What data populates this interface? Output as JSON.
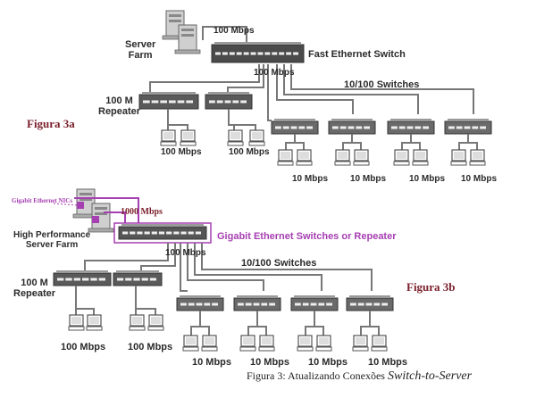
{
  "figure_a": {
    "server_farm_label": "Server\nFarm",
    "server_link_label": "100 Mbps",
    "switch_label": "Fast Ethernet Switch",
    "switch_uplink_label": "100 Mbps",
    "repeater_label": "100 M\nRepeater",
    "switches_label": "10/100 Switches",
    "figure_label": "Figura 3a",
    "repeater_speed_labels": [
      "100 Mbps",
      "100 Mbps"
    ],
    "switch_speed_labels": [
      "10 Mbps",
      "10 Mbps",
      "10 Mbps",
      "10 Mbps"
    ]
  },
  "figure_b": {
    "nics_label": "Gigabit Ethernet NICs",
    "server_link_label": "1000 Mbps",
    "server_farm_label": "High Performance\nServer Farm",
    "switch_label": "Gigabit Ethernet Switches or Repeater",
    "switch_uplink_label": "100 Mbps",
    "switches_label": "10/100 Switches",
    "repeater_label": "100 M\nRepeater",
    "figure_label": "Figura 3b",
    "repeater_speed_labels": [
      "100 Mbps",
      "100 Mbps"
    ],
    "switch_speed_labels": [
      "10 Mbps",
      "10 Mbps",
      "10 Mbps",
      "10 Mbps"
    ]
  },
  "caption": {
    "prefix": "Figura 3: Atualizando Conexões ",
    "emphasis": "Switch-to-Server"
  },
  "colors": {
    "line": "#777777",
    "device": "#5a5a5a",
    "device_dark": "#333333",
    "accent_purple": "#a63fb2",
    "figure_label": "#7a1f2b"
  }
}
